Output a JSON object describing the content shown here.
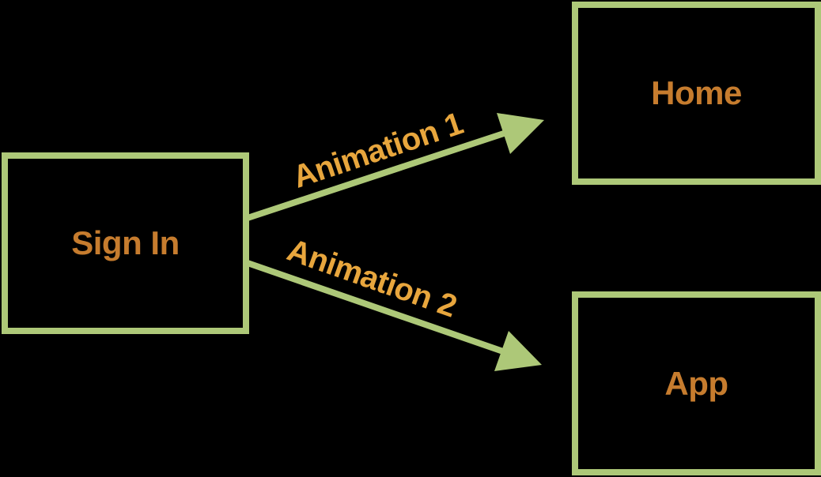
{
  "diagram": {
    "background_color": "#000000",
    "node_border_color": "#ADC878",
    "node_label_color": "#C67C2E",
    "edge_color": "#ADC878",
    "edge_label_color": "#E8A63D",
    "nodes": [
      {
        "id": "sign-in",
        "label": "Sign In"
      },
      {
        "id": "home",
        "label": "Home"
      },
      {
        "id": "app",
        "label": "App"
      }
    ],
    "edges": [
      {
        "id": "animation-1",
        "label": "Animation 1",
        "from": "Sign In",
        "to": "Home"
      },
      {
        "id": "animation-2",
        "label": "Animation 2",
        "from": "Sign In",
        "to": "App"
      }
    ]
  }
}
